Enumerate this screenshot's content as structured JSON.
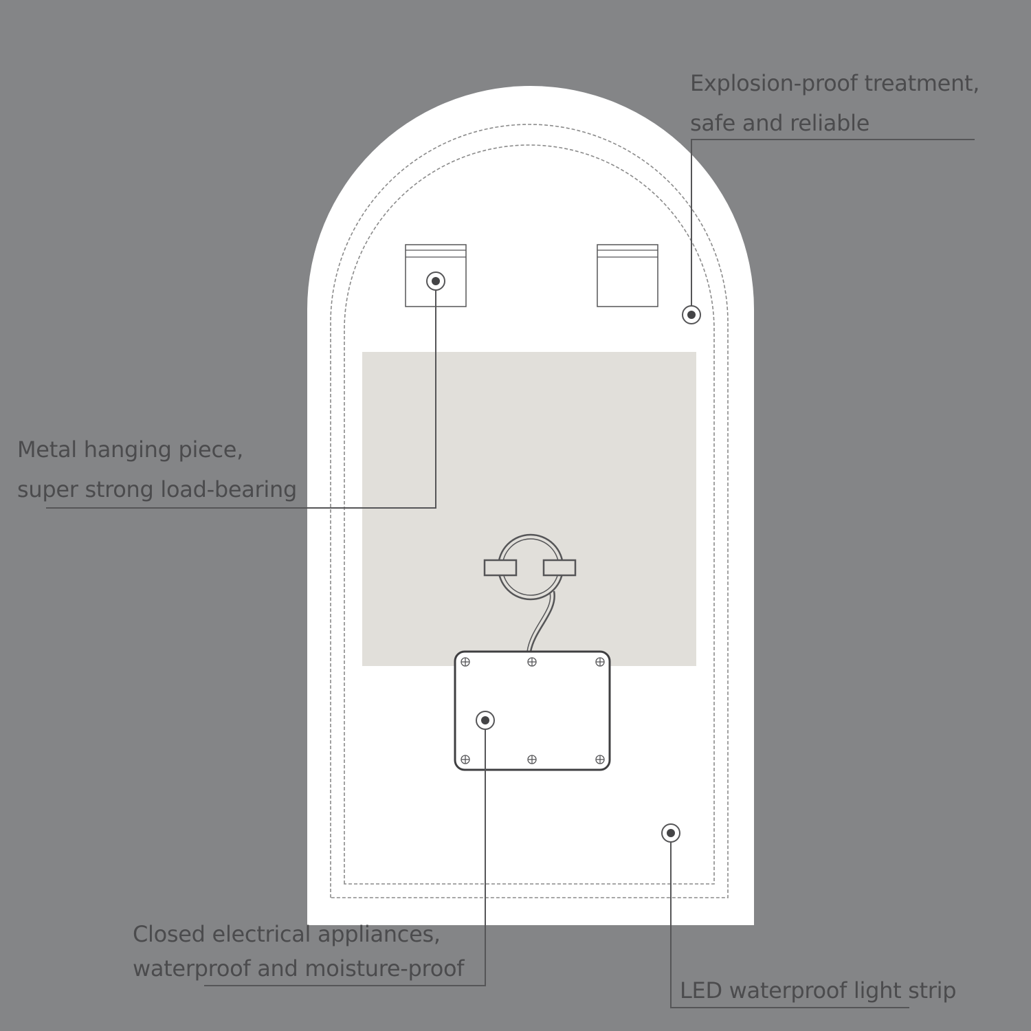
{
  "colors": {
    "background": "#848587",
    "mirror_body": "#ffffff",
    "mirror_glass": "#e1dfda",
    "line": "#555557",
    "text": "#4b4b4d",
    "dashed_outline": "#8a8a8a"
  },
  "callouts": {
    "explosion_proof": {
      "line1": "Explosion-proof treatment,",
      "line2": "safe and reliable",
      "icon": "pointer-dot-icon"
    },
    "hanging_piece": {
      "line1": "Metal hanging piece,",
      "line2": "super strong load-bearing",
      "icon": "pointer-dot-icon"
    },
    "electrical_box": {
      "line1": "Closed electrical appliances,",
      "line2": "waterproof and moisture-proof",
      "icon": "pointer-dot-icon"
    },
    "led_strip": {
      "line1": "LED waterproof light strip",
      "icon": "pointer-dot-icon"
    }
  }
}
